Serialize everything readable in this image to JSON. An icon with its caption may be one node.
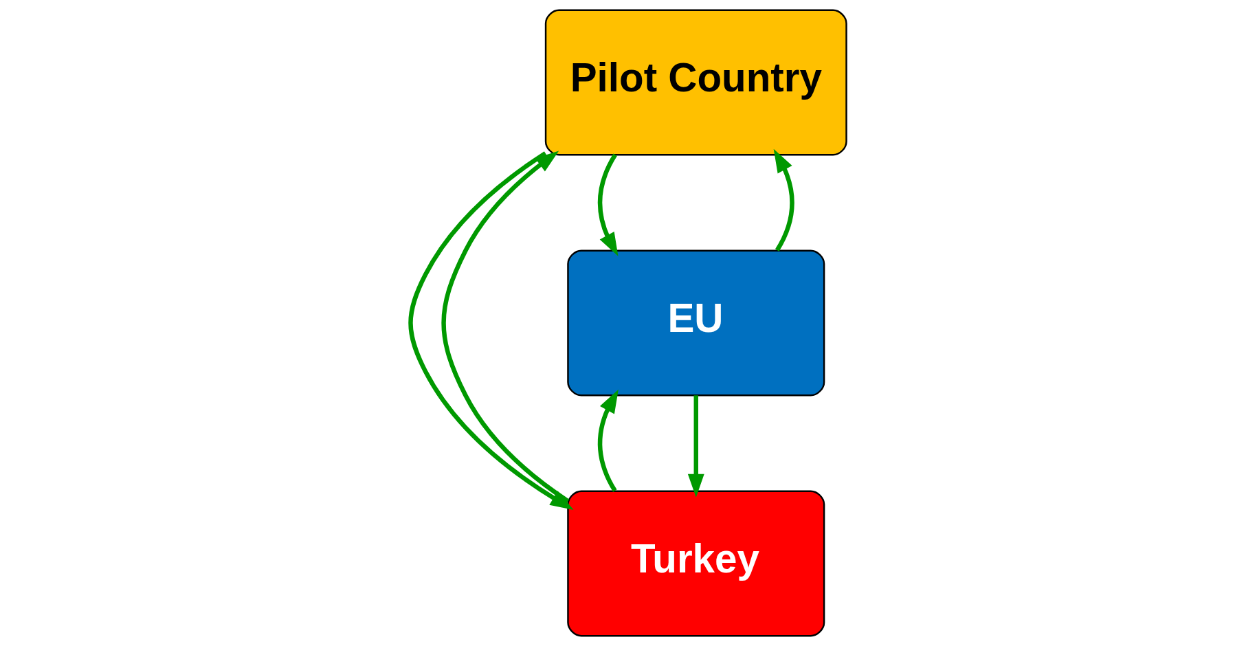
{
  "diagram": {
    "nodes": [
      {
        "text": [
          "EU"
        ]
      },
      {
        "text": [
          "Turkey"
        ]
      },
      {
        "text": [
          "Pilot Country"
        ]
      }
    ],
    "edges": [
      {
        "from": 0,
        "to": 2,
        "arrow": "to"
      },
      {
        "from": 0,
        "to": 1,
        "arrow": "to"
      },
      {
        "from": 1,
        "to": 2,
        "arrow": "to"
      },
      {
        "from": 1,
        "to": 0,
        "arrow": "to"
      },
      {
        "from": 2,
        "to": 1,
        "arrow": "to"
      },
      {
        "from": 2,
        "to": 0,
        "arrow": "to"
      }
    ]
  }
}
